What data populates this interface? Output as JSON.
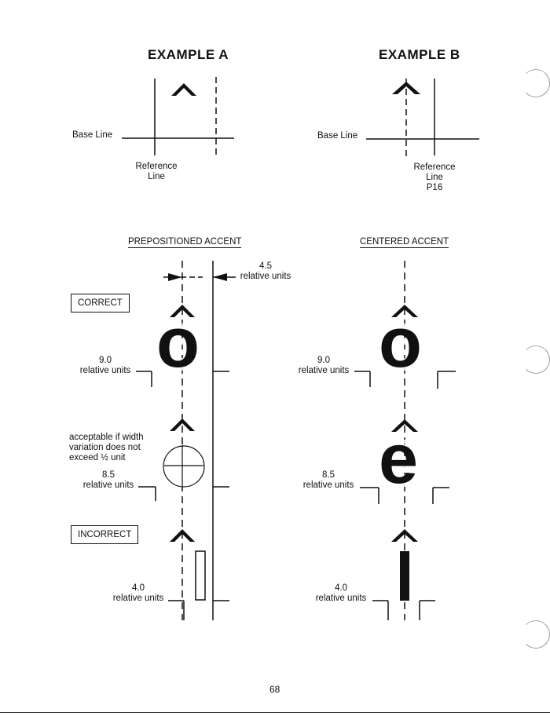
{
  "examples": {
    "a": {
      "title": "EXAMPLE A",
      "base_line": "Base Line",
      "ref_line": [
        "Reference",
        "Line"
      ]
    },
    "b": {
      "title": "EXAMPLE B",
      "base_line": "Base Line",
      "ref_line": [
        "Reference",
        "Line",
        "P16"
      ]
    }
  },
  "prepositioned": {
    "title": "PREPOSITIONED ACCENT",
    "offset": [
      "4.5",
      "relative units"
    ],
    "correct_label": "CORRECT",
    "incorrect_label": "INCORRECT",
    "o_units": [
      "9.0",
      "relative units"
    ],
    "e_note": [
      "acceptable if width",
      "variation does not",
      "exceed ½ unit"
    ],
    "e_units": [
      "8.5",
      "relative units"
    ],
    "i_units": [
      "4.0",
      "relative units"
    ]
  },
  "centered": {
    "title": "CENTERED ACCENT",
    "o_units": [
      "9.0",
      "relative units"
    ],
    "e_units": [
      "8.5",
      "relative units"
    ],
    "i_units": [
      "4.0",
      "relative units"
    ]
  },
  "glyphs": {
    "o": "o",
    "e": "e"
  },
  "page_number": "68"
}
